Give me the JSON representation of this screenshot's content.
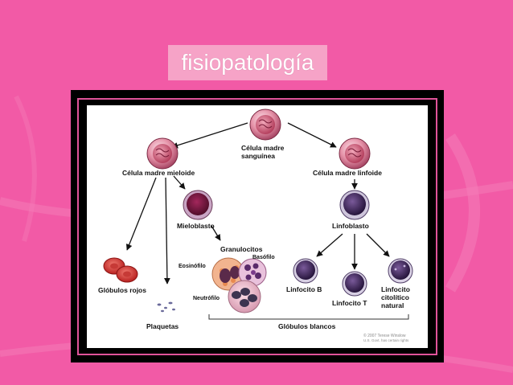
{
  "slide": {
    "title": "fisiopatología",
    "colors": {
      "background": "#f25aa6",
      "title_box": "#f6a3c7",
      "frame": "#000000",
      "frame_border": "#e0539a"
    }
  },
  "diagram": {
    "stem_cell": [
      "Célula madre",
      "sanguínea"
    ],
    "myeloid": "Célula madre mieloide",
    "lymphoid": "Célula madre linfoide",
    "myeloblast": "Mieloblasto",
    "lymphoblast": "Linfoblasto",
    "granulocytes": "Granulocitos",
    "basophil": "Basófilo",
    "eosinophil": "Eosinófilo",
    "neutrophil": "Neutrófilo",
    "red_cells": "Glóbulos rojos",
    "platelets": "Plaquetas",
    "b_cell": "Linfocito B",
    "t_cell": "Linfocito T",
    "nk_cell": [
      "Linfocito",
      "citolítico",
      "natural"
    ],
    "white_cells": "Glóbulos blancos",
    "credit": [
      "© 2007 Terese Winslow",
      "U.S. Govt. has certain rights"
    ]
  }
}
